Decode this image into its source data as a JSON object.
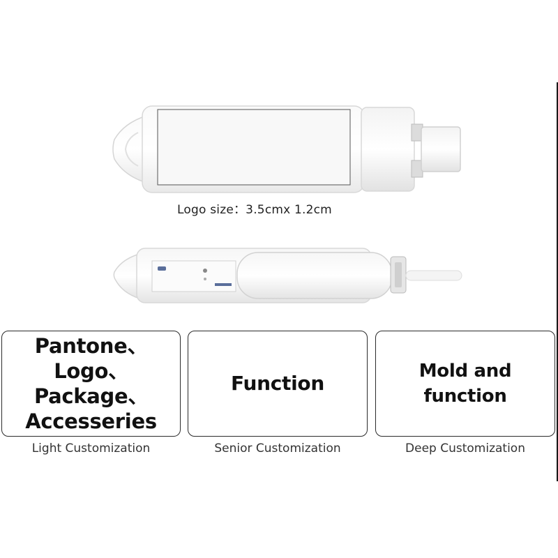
{
  "product_note": "Logo size：3.5cmx 1.2cm",
  "options": [
    {
      "title": "Pantone、\nLogo、Package、\nAccesseries",
      "caption": "Light Customization"
    },
    {
      "title": "Function",
      "caption": "Senior Customization"
    },
    {
      "title": "Mold and function",
      "caption": "Deep Customization"
    }
  ]
}
